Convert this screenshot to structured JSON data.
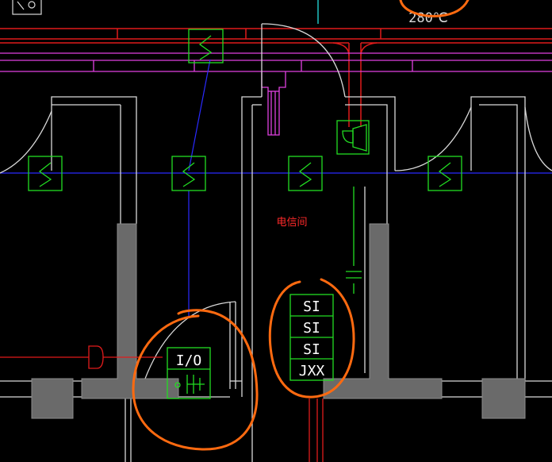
{
  "drawing": {
    "room_label": "电信间",
    "temperature_label": "280℃",
    "panel_labels": [
      "SI",
      "SI",
      "SI",
      "JXX"
    ],
    "io_box_label": "I/O"
  },
  "colors": {
    "background": "#000000",
    "wall": "#d9d9d9",
    "column_fill": "#6a6a6a",
    "red_line": "#e01b1b",
    "magenta_line": "#e040e0",
    "blue_line": "#2a2aff",
    "green_symbol": "#22dd22",
    "markup": "#ff6a10",
    "text_red": "#ff2a2a",
    "text_white": "#ffffff"
  },
  "icons": {
    "detector": "smoke-detector-icon",
    "speaker": "speaker-icon",
    "door": "door-swing-icon",
    "outlet": "outlet-icon"
  }
}
